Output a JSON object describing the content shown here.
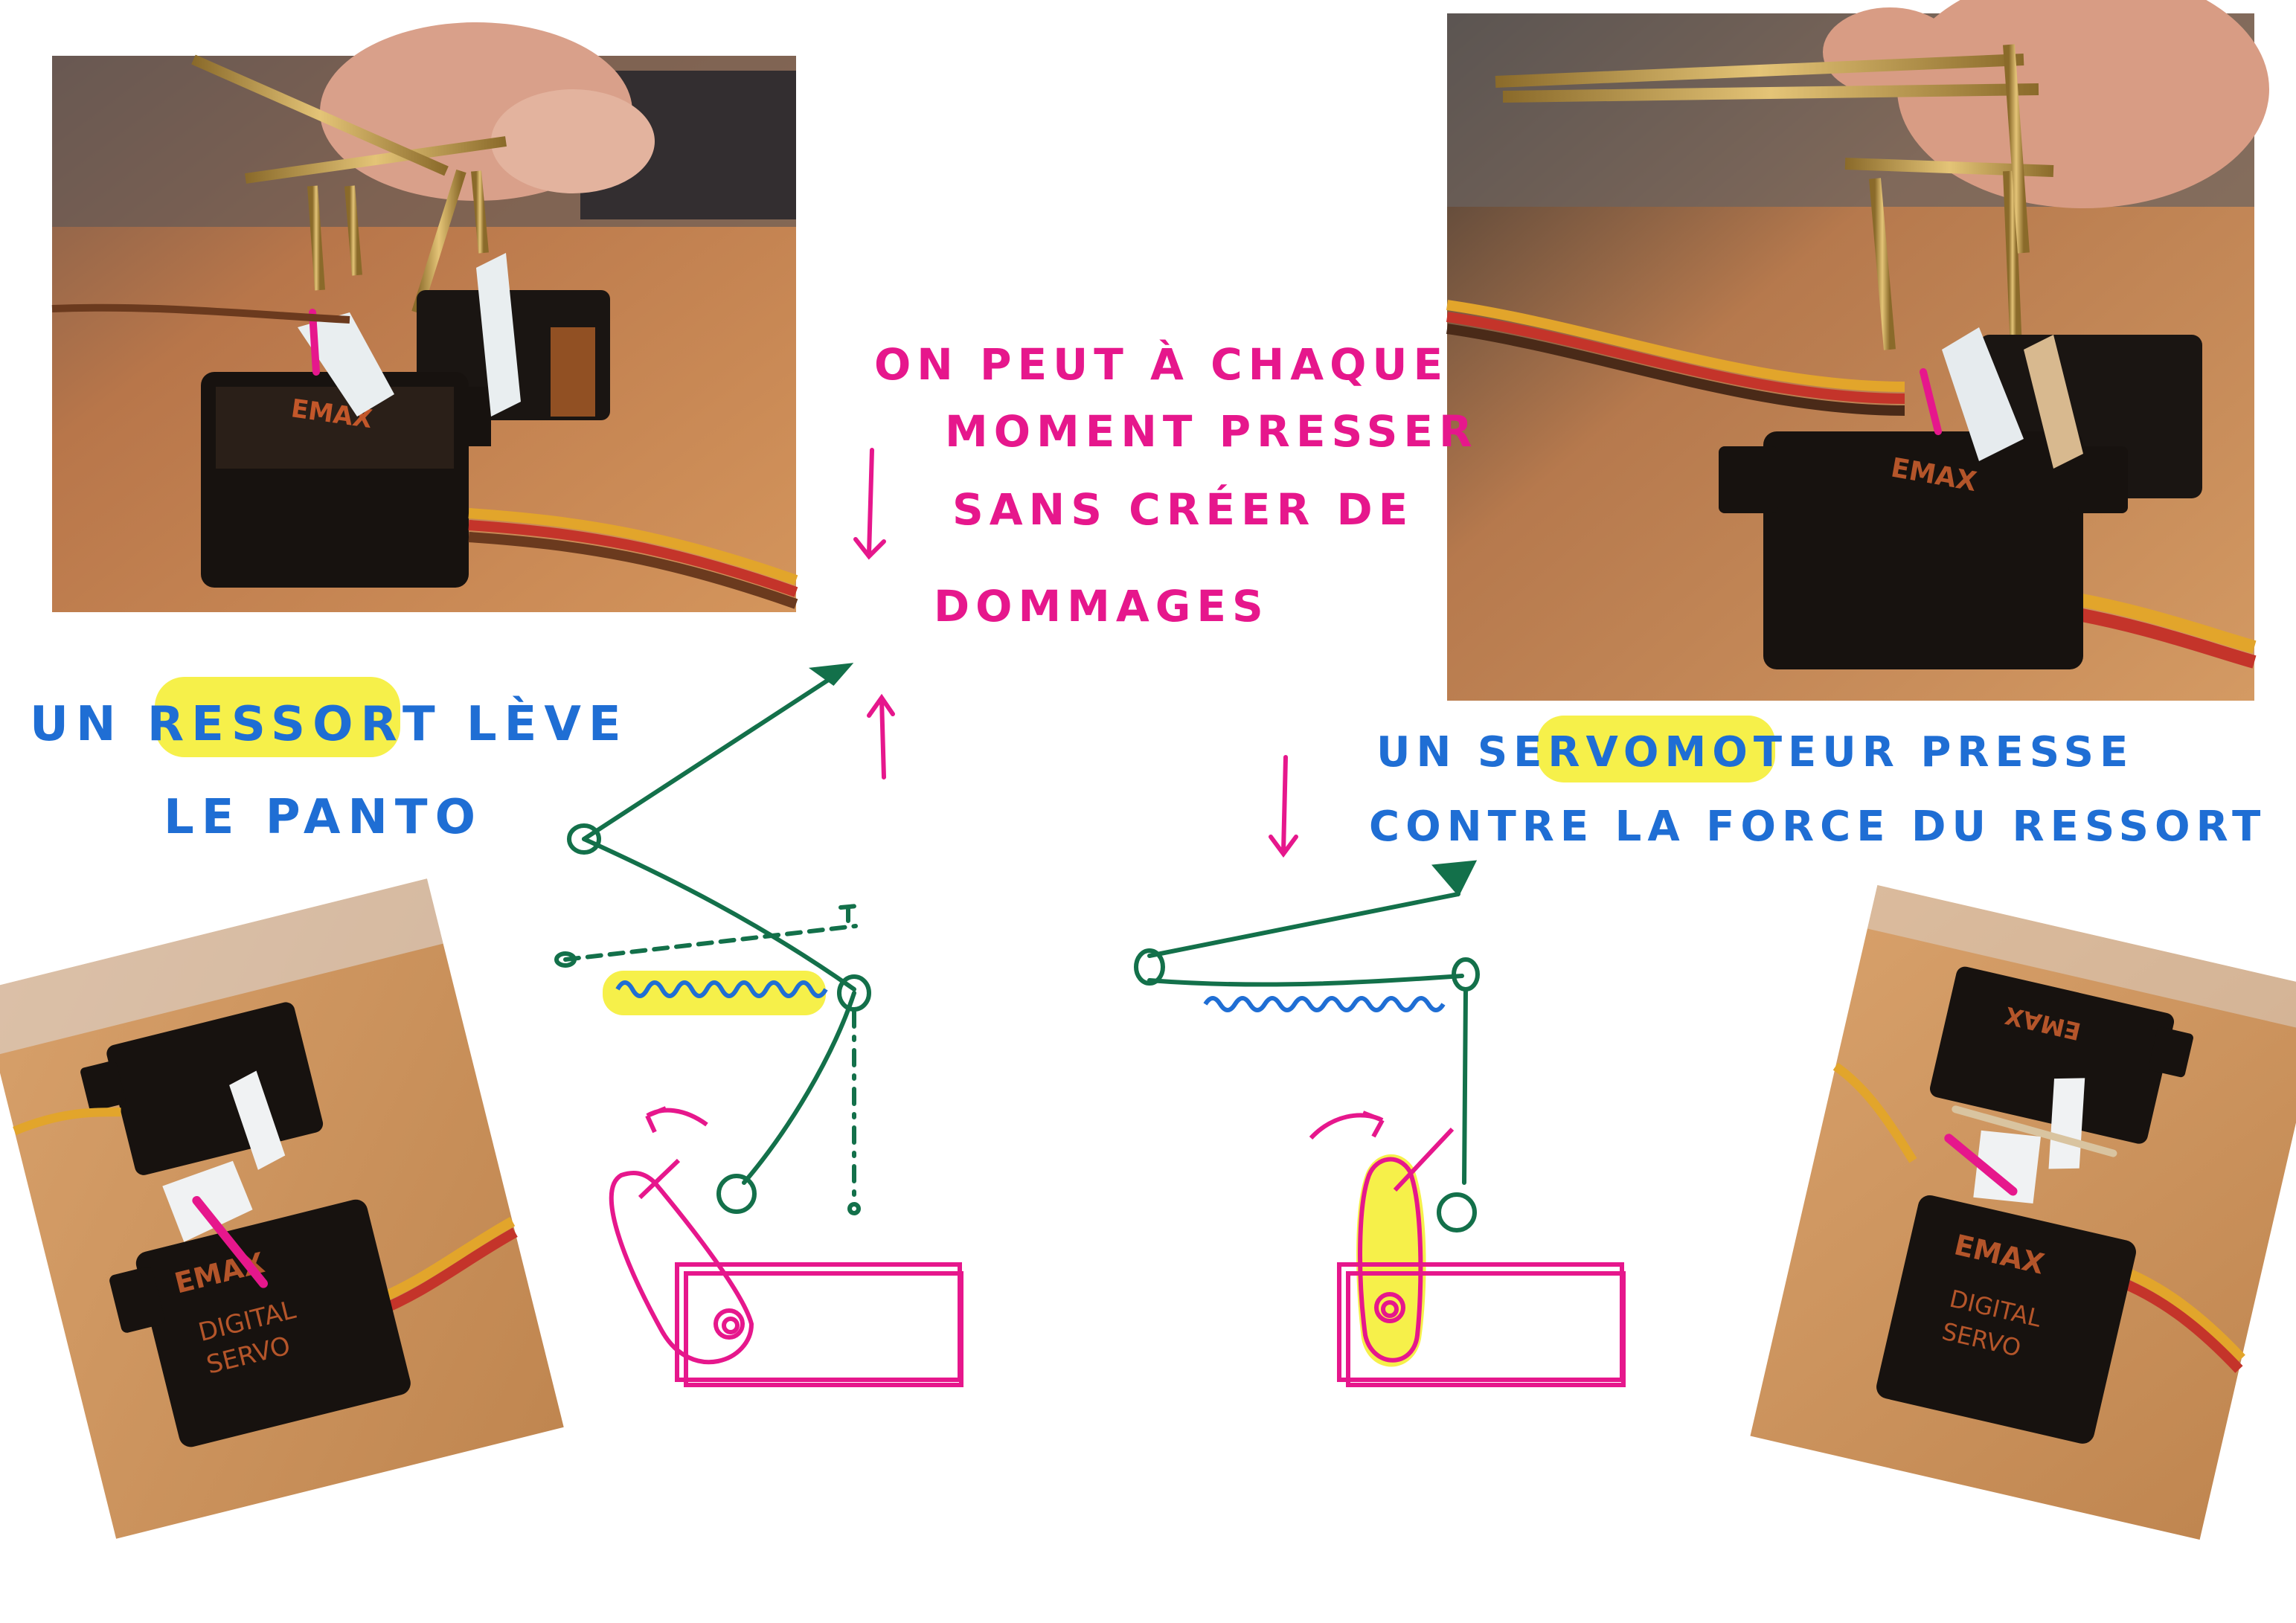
{
  "annotations": {
    "pink_note": [
      "ON PEUT À CHAQUE",
      "MOMENT PRESSER",
      "SANS CRÉER DE",
      "DOMMAGES"
    ],
    "left_caption": [
      "UN RESSORT LÈVE",
      "LE PANTO"
    ],
    "right_caption": [
      "UN SERVOMOTEUR PRESSE",
      "CONTRE LA FORCE DU RESSORT"
    ]
  },
  "photos": {
    "servo_brand": "EMAX",
    "servo_label": [
      "DIGITAL",
      "SERVO"
    ]
  },
  "colors": {
    "pink": "#e6178c",
    "blue": "#1f6ed4",
    "green": "#13704a",
    "highlight": "#f6f04a",
    "wood": "#c9874e",
    "servo_body": "#17120f"
  }
}
